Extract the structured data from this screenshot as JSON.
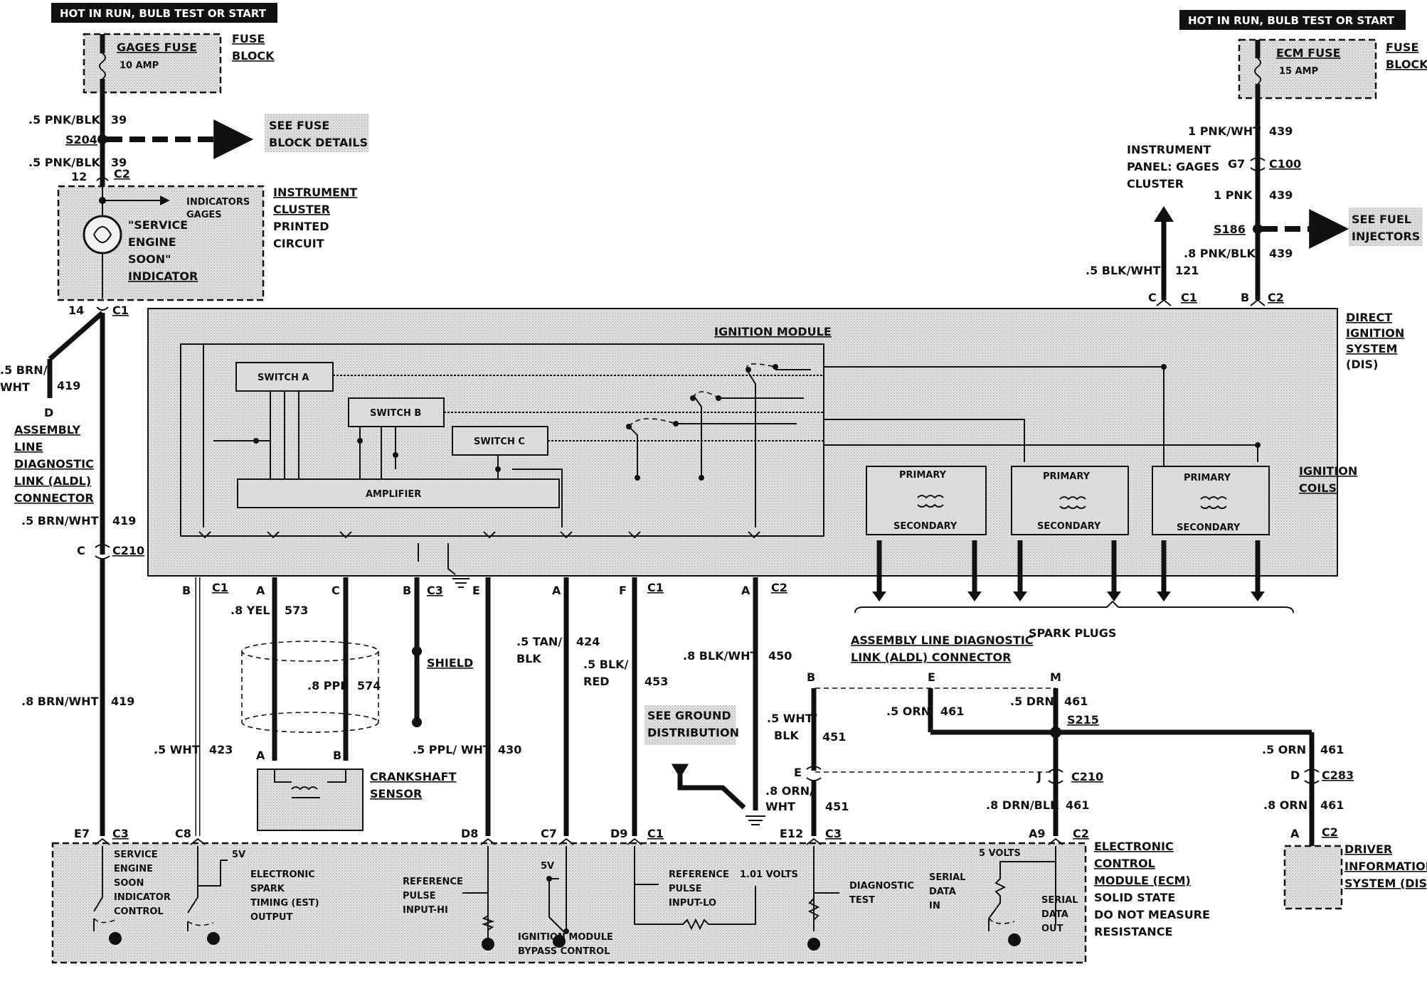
{
  "header": {
    "left_banner": "HOT IN RUN, BULB TEST OR START",
    "right_banner": "HOT IN RUN, BULB TEST OR START"
  },
  "fuses": {
    "gages_fuse": "GAGES FUSE",
    "gages_amp": "10 AMP",
    "ecm_fuse": "ECM FUSE",
    "ecm_amp": "15 AMP",
    "fuse_block_1": "FUSE",
    "fuse_block_2": "BLOCK"
  },
  "left_column": {
    "w_pnkblk_1": ".5 PNK/BLK",
    "c39a": "39",
    "s204": "S204",
    "w_pnkblk_2": ".5 PNK/BLK",
    "c39b": "39",
    "c2": "C2",
    "n12": "12",
    "see_fuse_1": "SEE FUSE",
    "see_fuse_2": "BLOCK DETAILS",
    "indicators": "INDICATORS",
    "gages": "GAGES",
    "service": "\"SERVICE",
    "engine": "ENGINE",
    "soon": "SOON\"",
    "indicator": "INDICATOR",
    "ic_1": "INSTRUMENT",
    "ic_2": "CLUSTER",
    "ic_3": "PRINTED",
    "ic_4": "CIRCUIT",
    "n14": "14",
    "c1": "C1",
    "w_brnwht": ".5 BRN/",
    "w_wht": "WHT",
    "c419": "419",
    "d": "D",
    "aldl_1": "ASSEMBLY",
    "aldl_2": "LINE",
    "aldl_3": "DIAGNOSTIC",
    "aldl_4": "LINK (ALDL)",
    "aldl_5": "CONNECTOR",
    "w_brnwht2": ".5 BRN/WHT",
    "c419b": "419",
    "c_letter": "C",
    "c210": "C210",
    "w_brnwht3": ".8 BRN/WHT",
    "c419c": "419"
  },
  "right_column": {
    "w_pnkwht": "1 PNK/WHT",
    "c439a": "439",
    "g7": "G7",
    "c100": "C100",
    "w_pnk": "1 PNK",
    "c439b": "439",
    "s186": "S186",
    "w_pnkblk": ".8 PNK/BLK",
    "c439c": "439",
    "see_fuel_1": "SEE FUEL",
    "see_fuel_2": "INJECTORS",
    "ip_1": "INSTRUMENT",
    "ip_2": "PANEL: GAGES",
    "ip_3": "CLUSTER",
    "w_blkwht": ".5 BLK/WHT",
    "c121": "121",
    "c_letter": "C",
    "c1": "C1",
    "b_letter": "B",
    "c2": "C2"
  },
  "dis": {
    "title_1": "DIRECT",
    "title_2": "IGNITION",
    "title_3": "SYSTEM",
    "title_4": "(DIS)",
    "module": "IGNITION MODULE",
    "switch_a": "SWITCH A",
    "switch_b": "SWITCH B",
    "switch_c": "SWITCH C",
    "amplifier": "AMPLIFIER",
    "primary": "PRIMARY",
    "secondary": "SECONDARY",
    "coils_1": "IGNITION",
    "coils_2": "COILS",
    "spark_plugs": "SPARK PLUGS"
  },
  "middle": {
    "b_c1": "B",
    "c1": "C1",
    "a1": "A",
    "w_yel": ".8 YEL",
    "c573": "573",
    "c1_letter": "C",
    "w_ppl": ".8 PPL",
    "c574": "574",
    "b3": "B",
    "c3": "C3",
    "shield": "SHIELD",
    "e": "E",
    "a2": "A",
    "w_tan": ".5 TAN/",
    "w_blk": "BLK",
    "c424": "424",
    "f": "F",
    "c1b": "C1",
    "w_blkred": ".5 BLK/",
    "w_red": "RED",
    "c453": "453",
    "a3": "A",
    "c2": "C2",
    "w_blkwht": ".8 BLK/WHT",
    "c450": "450",
    "see_ground_1": "SEE GROUND",
    "see_ground_2": "DISTRIBUTION",
    "w_wht": ".5 WHT",
    "c423": "423",
    "w_pplwht": ".5 PPL/ WHT",
    "c430": "430",
    "crank_a": "A",
    "crank_b": "B",
    "crank_1": "CRANKSHAFT",
    "crank_2": "SENSOR"
  },
  "aldl": {
    "title_1": "ASSEMBLY LINE DIAGNOSTIC",
    "title_2": "LINK (ALDL) CONNECTOR",
    "b": "B",
    "e": "E",
    "m": "M",
    "w_orn": ".5 ORN",
    "c461a": "461",
    "w_drn": ".5 DRN",
    "c461b": "461",
    "s215": "S215",
    "w_whtblk1": ".5 WHT/",
    "w_whtblk2": "BLK",
    "c451": "451",
    "e2": "E",
    "j": "J",
    "c210": "C210",
    "w_ornwht1": ".8 ORN/",
    "w_ornwht2": "WHT",
    "c451b": "451",
    "w_drnblk": ".8 DRN/BLK",
    "c461c": "461",
    "w_orn2": ".5 ORN",
    "c461d": "461",
    "d": "D",
    "c283": "C283",
    "w_orn3": ".8 ORN",
    "c461e": "461",
    "a": "A",
    "c2": "C2",
    "dis_1": "DRIVER",
    "dis_2": "INFORMATION",
    "dis_3": "SYSTEM (DIS)"
  },
  "ecm": {
    "e7": "E7",
    "c3": "C3",
    "c8": "C8",
    "d8": "D8",
    "c7": "C7",
    "d9": "D9",
    "c1": "C1",
    "e12": "E12",
    "c3b": "C3",
    "a9": "A9",
    "c2": "C2",
    "ses_1": "SERVICE",
    "ses_2": "ENGINE",
    "ses_3": "SOON",
    "ses_4": "INDICATOR",
    "ses_5": "CONTROL",
    "v5a": "5V",
    "est_1": "ELECTRONIC",
    "est_2": "SPARK",
    "est_3": "TIMING (EST)",
    "est_4": "OUTPUT",
    "ref_hi_1": "REFERENCE",
    "ref_hi_2": "PULSE",
    "ref_hi_3": "INPUT-HI",
    "v5b": "5V",
    "bypass_1": "IGNITION MODULE",
    "bypass_2": "BYPASS CONTROL",
    "ref_lo_1": "REFERENCE",
    "ref_lo_2": "PULSE",
    "ref_lo_3": "INPUT-LO",
    "volts101": "1.01 VOLTS",
    "diag_1": "DIAGNOSTIC",
    "diag_2": "TEST",
    "v5c": "5 VOLTS",
    "sd_in_1": "SERIAL",
    "sd_in_2": "DATA",
    "sd_in_3": "IN",
    "sd_out_1": "SERIAL",
    "sd_out_2": "DATA",
    "sd_out_3": "OUT",
    "title_1": "ELECTRONIC",
    "title_2": "CONTROL",
    "title_3": "MODULE (ECM)",
    "title_4": "SOLID STATE",
    "title_5": "DO NOT MEASURE",
    "title_6": "RESISTANCE"
  }
}
